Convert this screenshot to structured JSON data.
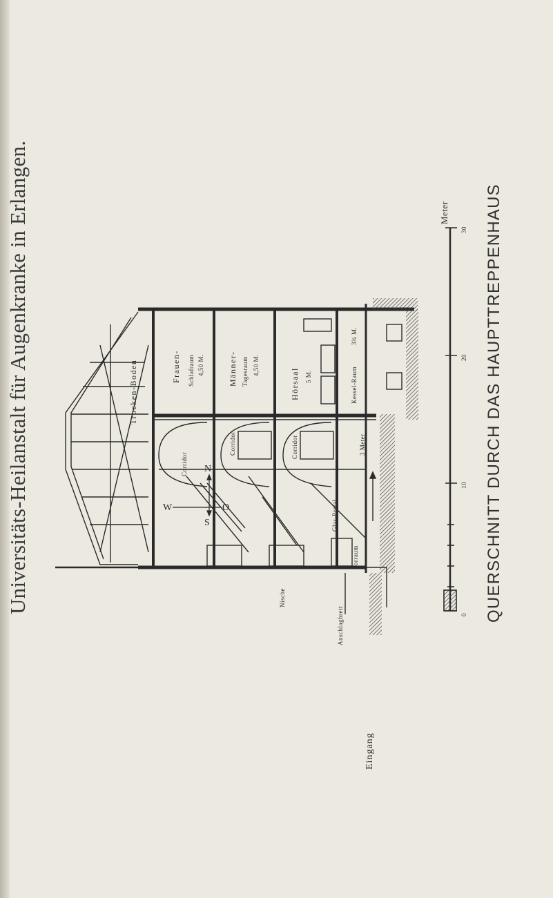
{
  "title_left": "Universitäts-Heilanstalt für Augenkranke in Erlangen.",
  "title_right": "QUERSCHNITT DURCH DAS HAUPTTREPPENHAUS",
  "rooms": {
    "trockenboden": "Trocken-Boden",
    "frauen_1": "Frauen-",
    "frauen_2": "Schlafraum",
    "frauen_h": "4,50 M.",
    "maenner_1": "Männer-",
    "maenner_2": "Tagesraum",
    "maenner_h": "4,50 M.",
    "hoersaal_1": "Hörsaal",
    "hoersaal_h": "5 M.",
    "kessel_1": "Kessel-Raum",
    "kessel_h": "3¾ M.",
    "corridor_1": "Corridor",
    "corridor_2": "Corridor",
    "corridor_3": "Corridor",
    "meter_3": "3 Meter",
    "glas_portal": "Glas-Portal",
    "vorraum": "Vorraum",
    "nische": "Nische",
    "anschlagbrett": "Anschlagbrett",
    "eingang": "Eingang"
  },
  "compass": {
    "n": "N",
    "s": "S",
    "w": "W",
    "o": "O"
  },
  "scale": {
    "unit": "Meter",
    "ticks": [
      "10",
      "20",
      "30"
    ],
    "zero": "0"
  },
  "colors": {
    "ink": "#2a2a2a",
    "paper": "#ece9e0",
    "hatch": "#555555"
  }
}
